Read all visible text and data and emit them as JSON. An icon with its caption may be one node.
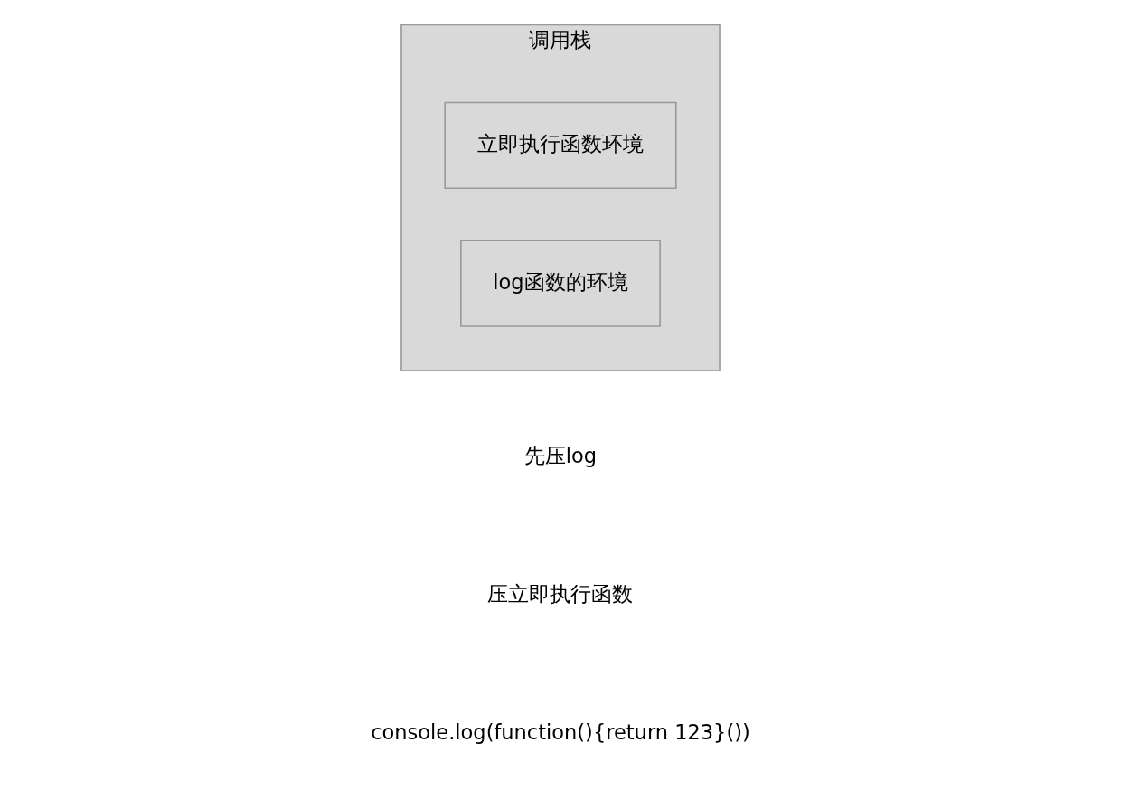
{
  "diagram": {
    "nodes": [
      {
        "text": [
          "调用栈"
        ]
      },
      {
        "text": [
          "立即执行函数环境"
        ],
        "in": 0
      },
      {
        "text": [
          "log函数的环境"
        ],
        "in": 0
      }
    ],
    "labels": [
      "console.log(function(){return 123}())",
      "压立即执行函数",
      "先压log"
    ]
  }
}
